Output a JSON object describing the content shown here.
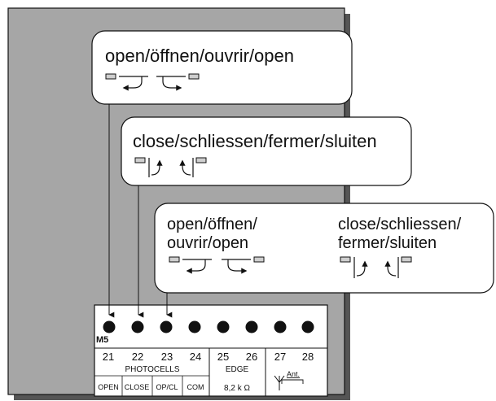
{
  "callouts": {
    "open": {
      "label": "open/öffnen/ouvrir/open"
    },
    "close": {
      "label": "close/schliessen/fermer/sluiten"
    },
    "combined": {
      "open_line1": "open/öffnen/",
      "open_line2": "ouvrir/open",
      "close_line1": "close/schliessen/",
      "close_line2": "fermer/sluiten"
    }
  },
  "board": {
    "module_label": "M5",
    "terminal_numbers": [
      "21",
      "22",
      "23",
      "24",
      "25",
      "26",
      "27",
      "28"
    ],
    "groups": {
      "photocells": "PHOTOCELLS",
      "edge": "EDGE",
      "edge_value": "8,2 k Ω",
      "antenna": "Ant."
    },
    "sub_labels": [
      "OPEN",
      "CLOSE",
      "OP/CL",
      "COM"
    ]
  },
  "colors": {
    "panel_fill": "#a6a6a6",
    "panel_shadow": "#555555",
    "board_fill": "#ffffff",
    "stroke": "#111111",
    "indicator_fill": "#cfcfcf"
  }
}
